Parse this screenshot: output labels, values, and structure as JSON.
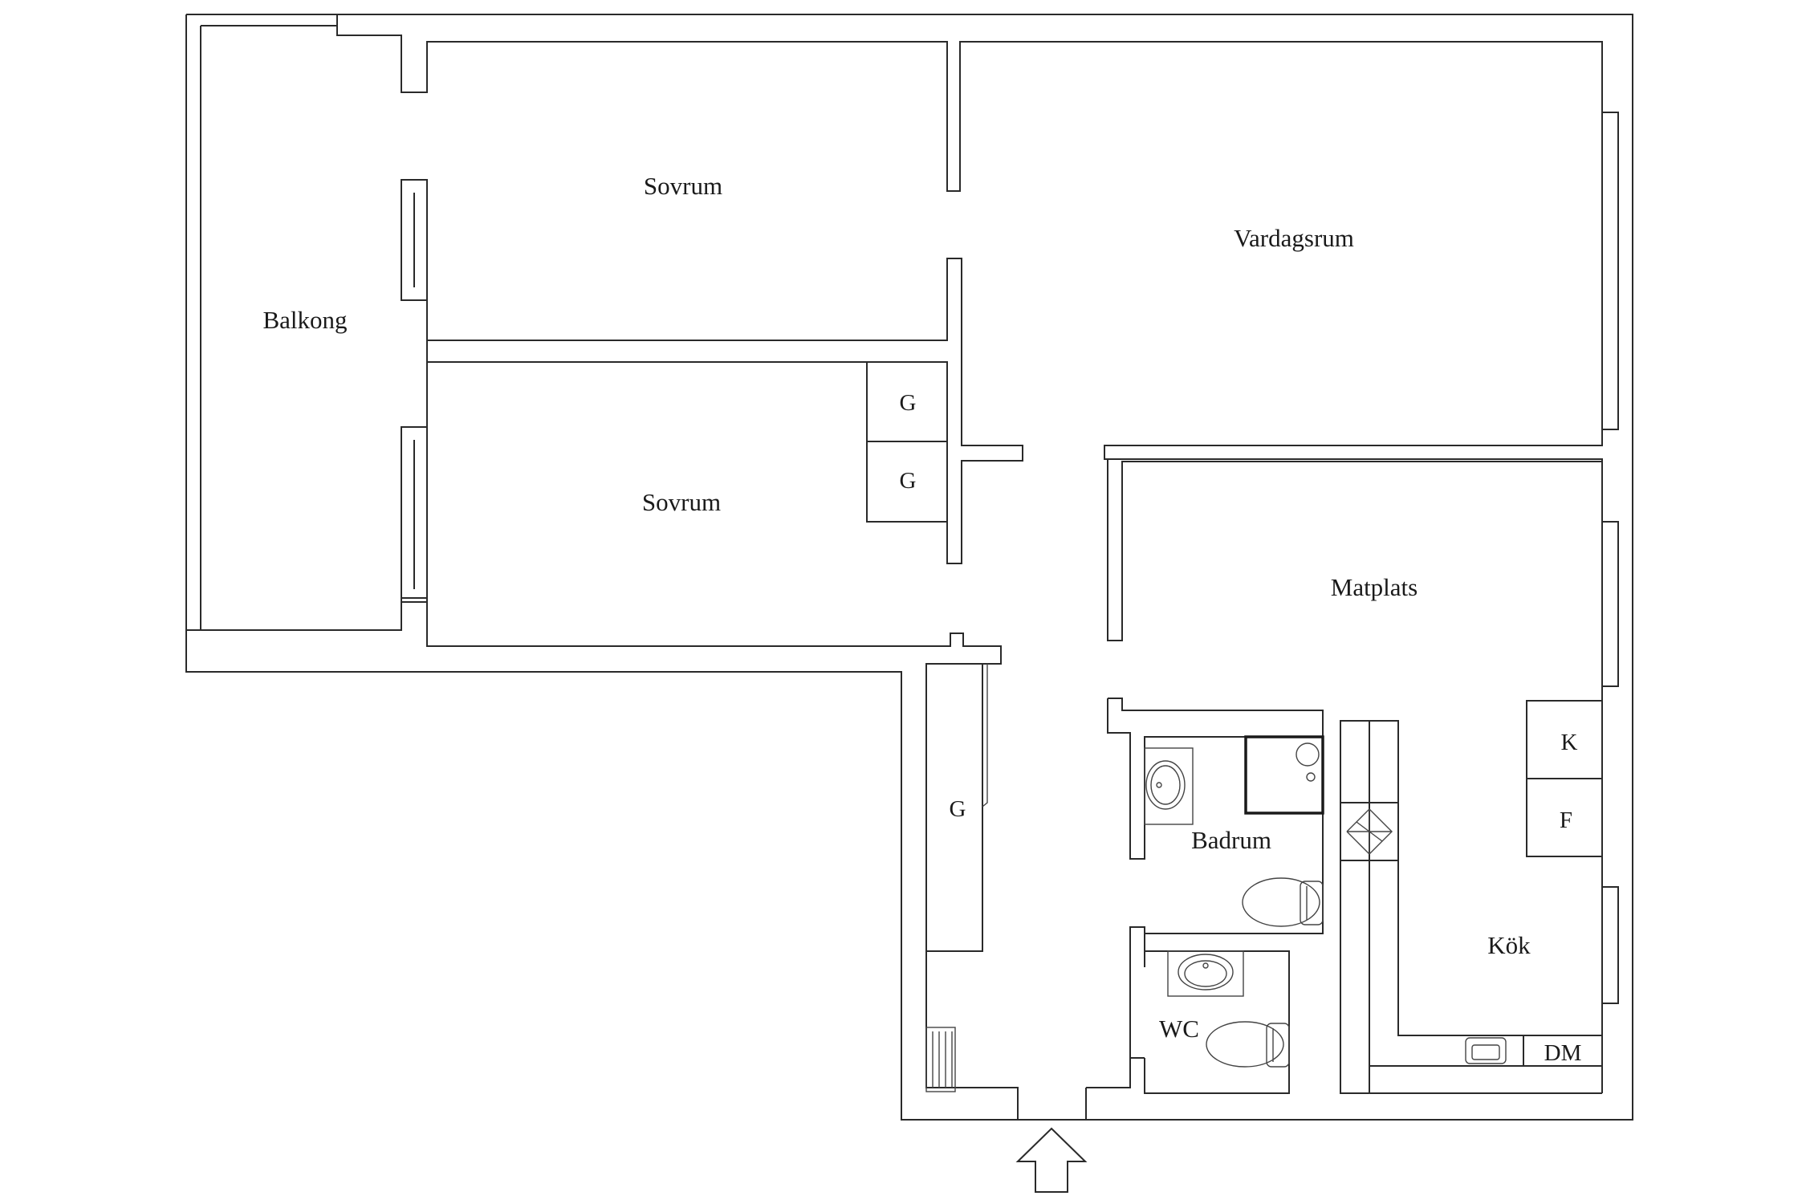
{
  "rooms": {
    "balkong": "Balkong",
    "sovrum_1": "Sovrum",
    "sovrum_2": "Sovrum",
    "vardagsrum": "Vardagsrum",
    "matplats": "Matplats",
    "badrum": "Badrum",
    "wc": "WC",
    "kok": "Kök"
  },
  "fixtures": {
    "garderob_1": "G",
    "garderob_2": "G",
    "garderob_hall": "G",
    "kyl": "K",
    "frys": "F",
    "diskmaskin": "DM"
  },
  "icons": [
    "entrance-arrow-icon",
    "sink-icon",
    "toilet-icon",
    "shower-icon",
    "radiator-icon",
    "stove-icon"
  ],
  "colors": {
    "line": "#2a2a2a",
    "background": "#ffffff"
  }
}
